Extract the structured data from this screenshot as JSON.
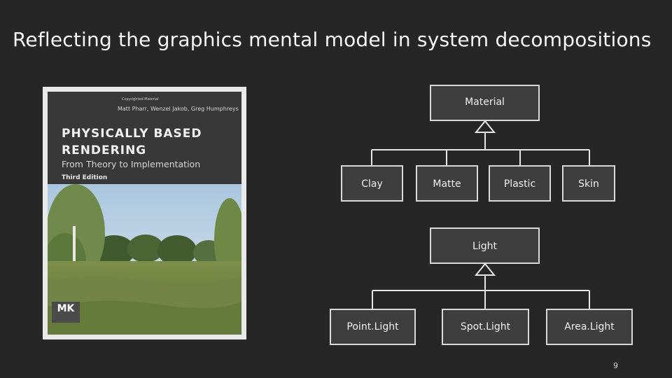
{
  "slide": {
    "title": "Reflecting the graphics mental model in system decompositions",
    "page_number": "9"
  },
  "book_cover": {
    "copyright": "Copyrighted Material",
    "authors": "Matt Pharr, Wenzel Jakob, Greg Humphreys",
    "title_line1": "PHYSICALLY BASED",
    "title_line2": "RENDERING",
    "subtitle": "From Theory to Implementation",
    "edition": "Third Edition",
    "publisher_logo": "MK"
  },
  "diagram_material": {
    "parent": "Material",
    "children": [
      "Clay",
      "Matte",
      "Plastic",
      "Skin"
    ]
  },
  "diagram_light": {
    "parent": "Light",
    "children": [
      "Point.Light",
      "Spot.Light",
      "Area.Light"
    ]
  },
  "colors": {
    "background": "#262626",
    "node_fill": "#3e3e3e",
    "node_border": "#d9d9d9",
    "connector": "#e6e6e6"
  }
}
